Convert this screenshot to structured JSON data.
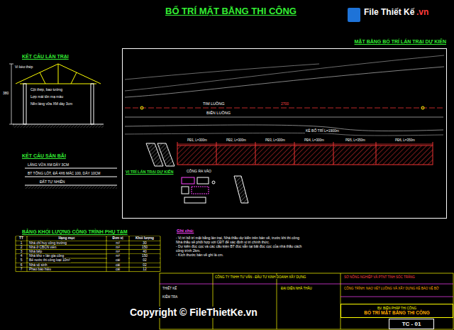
{
  "diagram": {
    "title": "BỐ TRÍ MẶT BẰNG THI CÔNG",
    "nodes": [
      {
        "text": [
          "MẶT BẰNG BỐ TRÍ LÁN TRẠI DỰ KIẾN"
        ]
      },
      {
        "text": [
          "BV. BIỆN PHÁP THI CÔNG",
          "BỐ TRÍ MẶT BẰNG THI CÔNG"
        ]
      },
      {
        "text": [
          "TC - 01"
        ]
      }
    ],
    "labels": [
      "File Thiết Kế",
      ".vn",
      "KẾT CẤU LÁN TRẠI",
      "Vì kèo thép",
      "Cột thép, bao tường",
      "Lợp mái tôn mạ màu",
      "Nền láng vữa XM dày 3cm",
      "380",
      "KẾT CẤU SÂN BÃI",
      "LÁNG VỮA XM DÀY 3CM",
      "BT TÔNG LÓT, ĐÁ 4X6 MÁC 100, DÀY 10CM",
      "ĐẤT TỰ NHIÊN",
      "TIM LUỒNG",
      "2700",
      "BIÊN LUỒNG",
      "KÈ BỐ TRÍ L=1900m",
      "PĐ1, L=300m",
      "PĐ2, L=300m",
      "PĐ3, L=300m",
      "PĐ4, L=300m",
      "PĐ5, L=350m",
      "PĐ6, L=350m",
      "VỊ TRÍ LÁN TRẠI DỰ KIẾN",
      "CỔNG RA VÀO",
      "BẢNG KHỐI LƯỢNG CÔNG TRÌNH PHỤ TẠM",
      "TT",
      "Hạng mục",
      "Đơn vị",
      "Khối lượng",
      "1",
      "Nhà chỉ huy công trường",
      "m²",
      "30",
      "2",
      "Nhà ở CBCN viên",
      "m²",
      "150",
      "3",
      "Nhà bếp",
      "m²",
      "40",
      "4",
      "Nhà kho + lán gia công",
      "m²",
      "150",
      "5",
      "Bể nước thi công loại 10m³",
      "cái",
      "02",
      "6",
      "Nhà vệ sinh",
      "cái",
      "02",
      "7",
      "Phao báo hiệu",
      "cái",
      "12",
      "Ghi chú:",
      "- Vị trí bố trí mặt bằng lán trại, Nhà thầu dự kiến trên bản vẽ, trước khi thi công Nhà thầu sẽ phối hợp với CĐT để xác định vị trí chính thức.",
      "- Dự kiến đúc cọc và các cấu kiện BT đúc sẵn tại bãi đúc cọc của nhà thầu cách công trình 2km.",
      "- Kích thước bản vẽ ghi là cm.",
      "CÔNG TY TNHH TƯ VẤN - ĐẦU TƯ KINH DOANH XÂY DỰNG",
      "SỞ NÔNG NGHIỆP VÀ PTNT TỈNH SÓC TRĂNG",
      "CÔNG TRÌNH: NẠO VÉT LUỒNG VÀ XÂY DỰNG KÈ BẢO VỆ BỜ",
      "THIẾT KẾ",
      "KIỂM TRA",
      "ĐẠI DIỆN NHÀ THẦU",
      "Copyright © FileThietKe.vn"
    ]
  }
}
